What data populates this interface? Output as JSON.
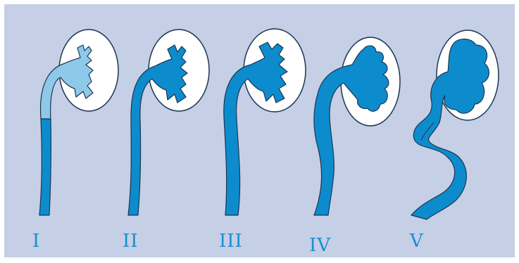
{
  "colors": {
    "background": "#c5cfe6",
    "kidney_fill": "#ffffff",
    "ureter_blue": "#0d8ccd",
    "light_blue": "#8ec9ea",
    "outline": "#1b3552",
    "label_blue": "#1a8fd0"
  },
  "grades": [
    {
      "label": "I"
    },
    {
      "label": "II"
    },
    {
      "label": "III"
    },
    {
      "label": "IV"
    },
    {
      "label": "V"
    }
  ]
}
